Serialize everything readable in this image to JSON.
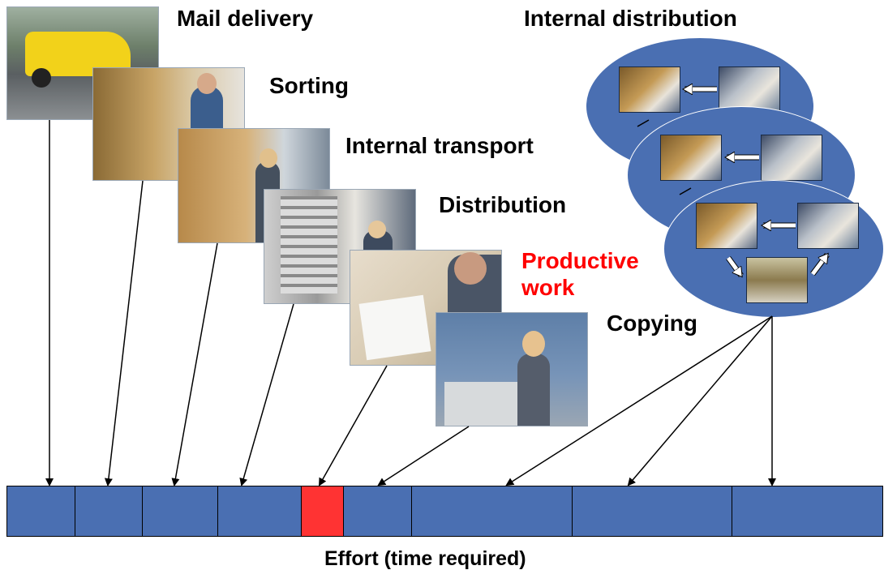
{
  "labels": {
    "mail_delivery": "Mail delivery",
    "sorting": "Sorting",
    "internal_transport": "Internal transport",
    "distribution": "Distribution",
    "productive_work_line1": "Productive",
    "productive_work_line2": "work",
    "copying": "Copying",
    "internal_distribution": "Internal distribution",
    "x_axis": "Effort (time required)"
  },
  "colors": {
    "bar_blue": "#4a6fb2",
    "highlight_red": "#ff3333",
    "label_red": "#ff0000",
    "ellipse_blue": "#4a6fb2"
  },
  "effort_bar": {
    "segments": [
      {
        "step": "Mail delivery",
        "highlight": false
      },
      {
        "step": "Sorting",
        "highlight": false
      },
      {
        "step": "Internal transport",
        "highlight": false
      },
      {
        "step": "Distribution",
        "highlight": false
      },
      {
        "step": "Productive work",
        "highlight": true
      },
      {
        "step": "Copying",
        "highlight": false
      },
      {
        "step": "Internal distribution",
        "highlight": false
      },
      {
        "step": "Internal distribution",
        "highlight": false
      },
      {
        "step": "Internal distribution",
        "highlight": false
      }
    ]
  },
  "photos": [
    {
      "name": "mail-van-photo"
    },
    {
      "name": "sorting-shelves-photo"
    },
    {
      "name": "internal-transport-photo"
    },
    {
      "name": "distribution-rack-photo"
    },
    {
      "name": "productive-work-photo"
    },
    {
      "name": "copying-photo"
    }
  ]
}
